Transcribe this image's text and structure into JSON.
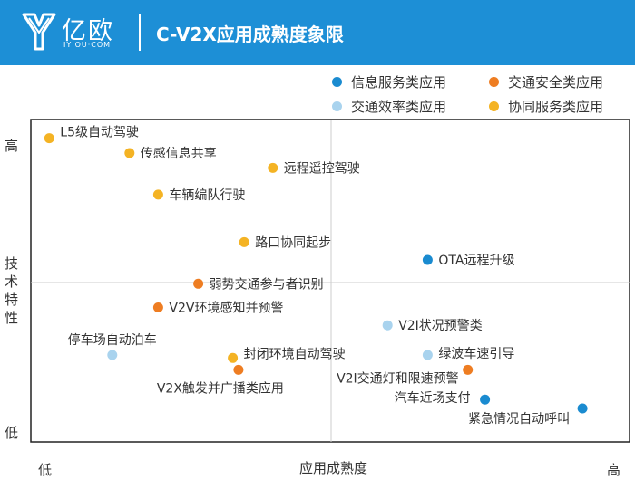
{
  "header": {
    "logo_text": "亿欧",
    "logo_sub": "IYIOU·COM",
    "title": "C-V2X应用成熟度象限"
  },
  "colors": {
    "header_bg": "#1d8fd6",
    "信息服务类应用": "#1a8bd0",
    "交通安全类应用": "#ee7d22",
    "交通效率类应用": "#a9d3ee",
    "协同服务类应用": "#f4b324"
  },
  "legend": [
    {
      "name": "信息服务类应用",
      "color": "#1a8bd0"
    },
    {
      "name": "交通安全类应用",
      "color": "#ee7d22"
    },
    {
      "name": "交通效率类应用",
      "color": "#a9d3ee"
    },
    {
      "name": "协同服务类应用",
      "color": "#f4b324"
    }
  ],
  "axes": {
    "y_high": "高",
    "y_title": "技术特性",
    "y_low": "低",
    "x_low": "低",
    "x_title": "应用成熟度",
    "x_high": "高"
  },
  "chart_data": {
    "type": "scatter",
    "xlim": [
      0,
      100
    ],
    "ylim": [
      0,
      100
    ],
    "grid": false,
    "legend_position": "top-right",
    "series": [
      {
        "name": "信息服务类应用",
        "points": [
          {
            "label": "OTA远程升级",
            "x": 67,
            "y": 57
          },
          {
            "label": "汽车近场支付",
            "x": 77,
            "y": 10
          },
          {
            "label": "紧急情况自动呼叫",
            "x": 94,
            "y": 7
          }
        ]
      },
      {
        "name": "交通安全类应用",
        "points": [
          {
            "label": "弱势交通参与者识别",
            "x": 27,
            "y": 49
          },
          {
            "label": "V2V环境感知并预警",
            "x": 20,
            "y": 41
          },
          {
            "label": "V2X触发并广播类应用",
            "x": 34,
            "y": 20
          },
          {
            "label": "V2I交通灯和限速预警",
            "x": 74,
            "y": 20
          }
        ]
      },
      {
        "name": "交通效率类应用",
        "points": [
          {
            "label": "停车场自动泊车",
            "x": 12,
            "y": 25
          },
          {
            "label": "V2I状况预警类",
            "x": 60,
            "y": 35
          },
          {
            "label": "绿波车速引导",
            "x": 67,
            "y": 25
          }
        ]
      },
      {
        "name": "协同服务类应用",
        "points": [
          {
            "label": "L5级自动驾驶",
            "x": 1,
            "y": 98
          },
          {
            "label": "传感信息共享",
            "x": 15,
            "y": 93
          },
          {
            "label": "远程遥控驾驶",
            "x": 40,
            "y": 88
          },
          {
            "label": "车辆编队行驶",
            "x": 20,
            "y": 79
          },
          {
            "label": "路口协同起步",
            "x": 35,
            "y": 63
          },
          {
            "label": "封闭环境自动驾驶",
            "x": 33,
            "y": 24
          }
        ]
      }
    ]
  }
}
